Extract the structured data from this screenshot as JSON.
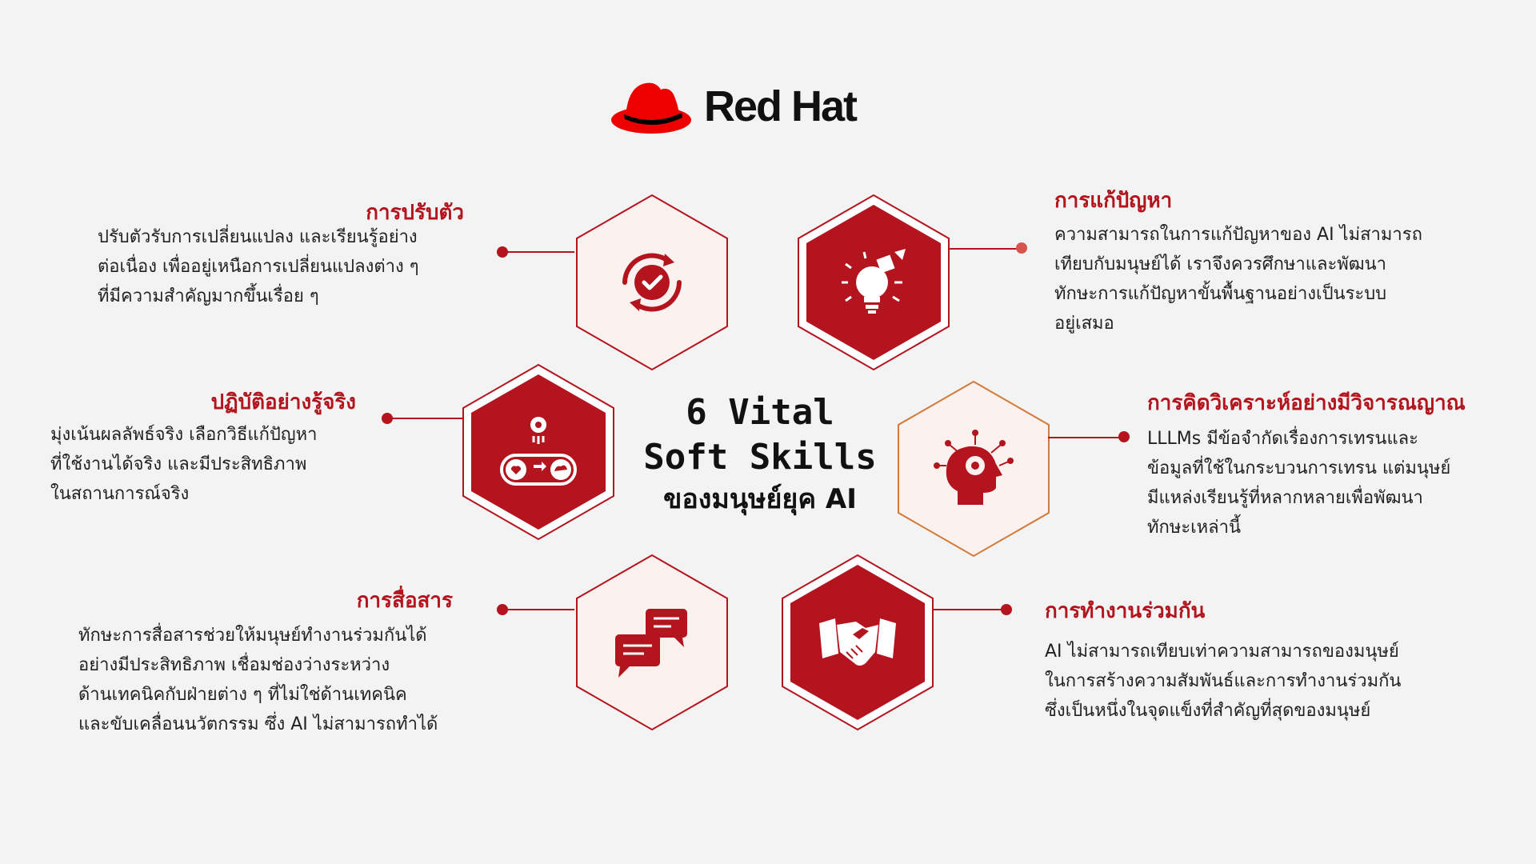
{
  "brand": {
    "name": "Red Hat",
    "color": "#ee0000"
  },
  "center": {
    "line1": "6 Vital",
    "line2": "Soft Skills",
    "line3": "ของมนุษย์ยุค AI"
  },
  "colors": {
    "accent": "#b3141e",
    "hex_light": "#fbf1ee",
    "text": "#222222"
  },
  "skills": [
    {
      "title": "การปรับตัว",
      "lines": [
        "ปรับตัวรับการเปลี่ยนแปลง และเรียนรู้อย่าง",
        "ต่อเนื่อง เพื่ออยู่เหนือการเปลี่ยนแปลงต่าง ๆ",
        "ที่มีความสำคัญมากขึ้นเรื่อย ๆ"
      ],
      "icon": "refresh-check-icon"
    },
    {
      "title": "การแก้ปัญหา",
      "lines": [
        "ความสามารถในการแก้ปัญหาของ AI ไม่สามารถ",
        "เทียบกับมนุษย์ได้ เราจึงควรศึกษาและพัฒนา",
        "ทักษะการแก้ปัญหาขั้นพื้นฐานอย่างเป็นระบบ",
        "อยู่เสมอ"
      ],
      "icon": "lightbulb-puzzle-icon"
    },
    {
      "title": "ปฏิบัติอย่างรู้จริง",
      "lines": [
        "มุ่งเน้นผลลัพธ์จริง เลือกวิธีแก้ปัญหา",
        "ที่ใช้งานได้จริง และมีประสิทธิภาพ",
        "ในสถานการณ์จริง"
      ],
      "icon": "gear-conveyor-icon"
    },
    {
      "title": "การคิดวิเคราะห์อย่างมีวิจารณญาณ",
      "lines": [
        "LLLMs มีข้อจำกัดเรื่องการเทรนและ",
        "ข้อมูลที่ใช้ในกระบวนการเทรน แต่มนุษย์",
        "มีแหล่งเรียนรู้ที่หลากหลายเพื่อพัฒนา",
        "ทักษะเหล่านี้"
      ],
      "icon": "head-network-icon"
    },
    {
      "title": "การสื่อสาร",
      "lines": [
        "ทักษะการสื่อสารช่วยให้มนุษย์ทำงานร่วมกันได้",
        "อย่างมีประสิทธิภาพ เชื่อมช่องว่างระหว่าง",
        "ด้านเทคนิคกับฝ่ายต่าง ๆ ที่ไม่ใช่ด้านเทคนิค",
        "และขับเคลื่อนนวัตกรรม ซึ่ง AI ไม่สามารถทำได้"
      ],
      "icon": "chat-bubbles-icon"
    },
    {
      "title": "การทำงานร่วมกัน",
      "lines": [
        "AI ไม่สามารถเทียบเท่าความสามารถของมนุษย์",
        "ในการสร้างความสัมพันธ์และการทำงานร่วมกัน",
        "ซึ่งเป็นหนึ่งในจุดแข็งที่สำคัญที่สุดของมนุษย์"
      ],
      "icon": "handshake-icon"
    }
  ]
}
